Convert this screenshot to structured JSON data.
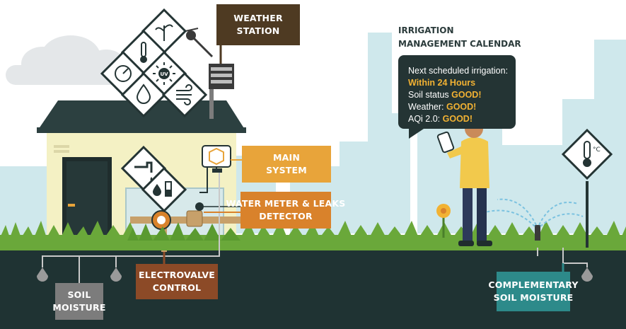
{
  "labels": {
    "weather_station": [
      "WEATHER",
      "STATION"
    ],
    "main_system": [
      "MAIN",
      "SYSTEM"
    ],
    "water_meter": [
      "WATER METER & LEAKS",
      "DETECTOR"
    ],
    "electrovalve": [
      "ELECTROVALVE",
      "CONTROL"
    ],
    "soil_moisture": [
      "SOIL",
      "MOISTURE"
    ],
    "complementary": [
      "COMPLEMENTARY",
      "SOIL MOISTURE"
    ]
  },
  "calendar": {
    "title": [
      "IRRIGATION",
      "MANAGEMENT CALENDAR"
    ],
    "next_label": "Next scheduled irrigation:",
    "next_value": "Within 24 Hours",
    "soil_label": "Soil status ",
    "soil_value": "GOOD!",
    "weather_label": "Weather: ",
    "weather_value": "GOOD!",
    "aqi_label": "AQi 2.0: ",
    "aqi_value": "GOOD!"
  },
  "icons": {
    "weather_diamonds": [
      "plant-icon",
      "thermometer-icon",
      "pressure-gauge-icon",
      "uv-sun-icon",
      "humidity-icon",
      "wind-icon"
    ],
    "house_diamonds": [
      "faucet-icon",
      "water-level-icon"
    ],
    "field_diamond": "thermometer-icon",
    "uv_text": "UV",
    "celsius_text": "°C"
  },
  "colors": {
    "dark": "#243434",
    "house_wall": "#f4f1c4",
    "roof": "#2c4040",
    "grass": "#6aa83a",
    "ground": "#1f3333",
    "sky_buildings": "#cfe8ec",
    "accent_yellow": "#e8a43a",
    "accent_orange": "#d9822b",
    "valve_brown": "#8c4a27",
    "station_brown": "#4e3a22",
    "teal": "#2d8a8a",
    "soil_gray": "#7c7c7c"
  }
}
